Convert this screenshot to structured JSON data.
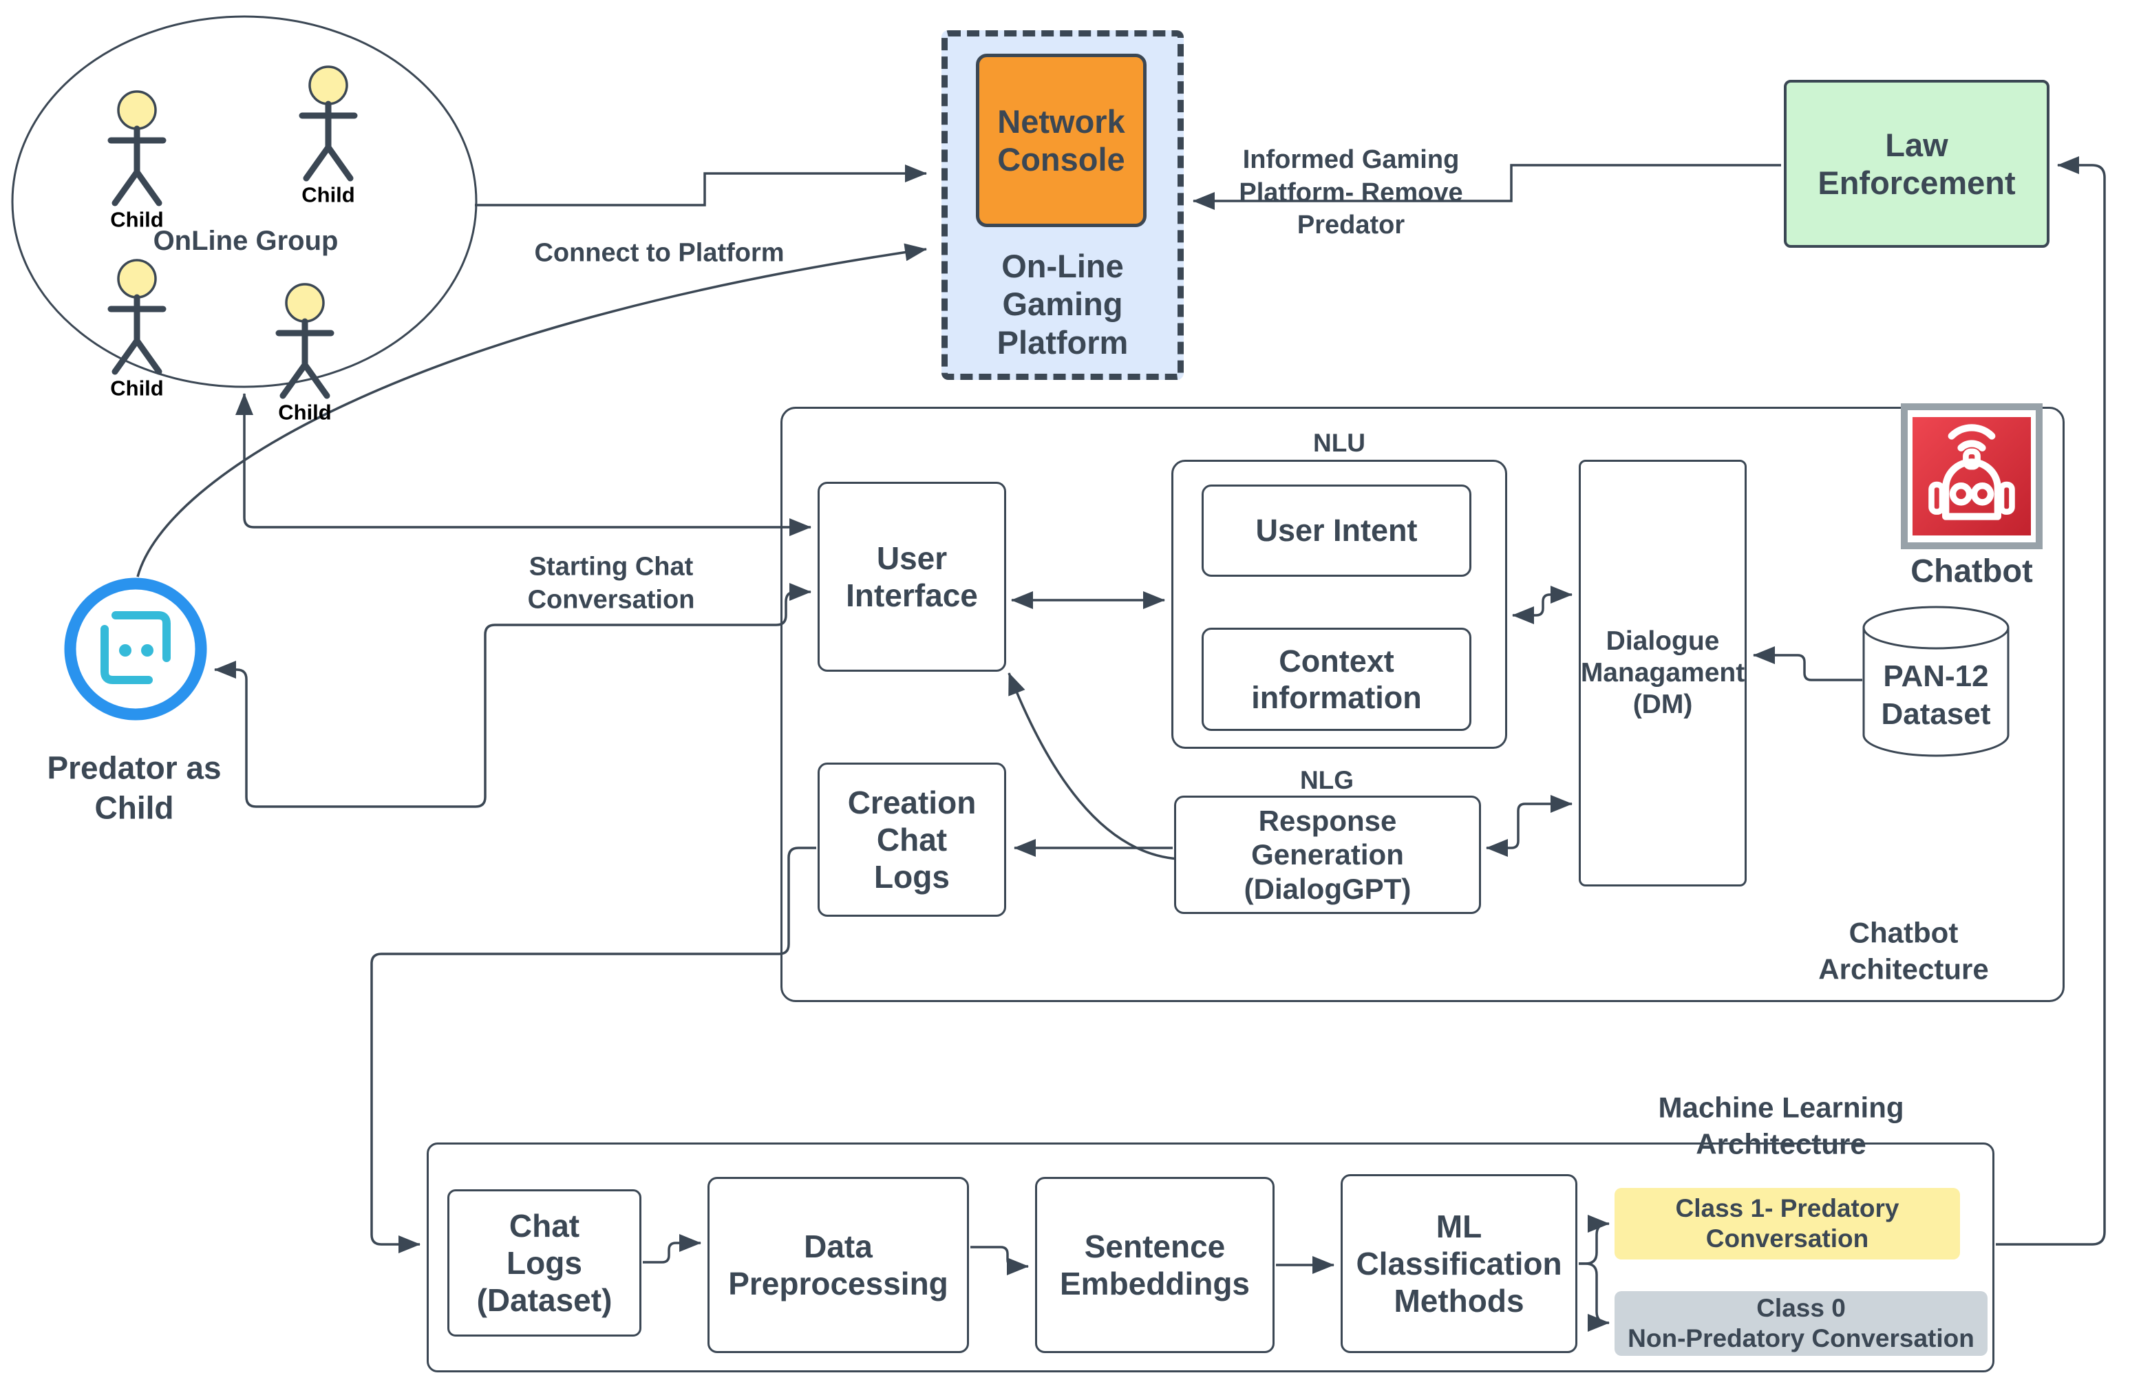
{
  "diagram": {
    "online_group": {
      "label": "OnLine Group",
      "child_label": "Child"
    },
    "platform": {
      "label": "On-Line\nGaming\nPlatform",
      "console_label": "Network\nConsole"
    },
    "law_enforcement": {
      "label": "Law\nEnforcement"
    },
    "predator": {
      "label": "Predator as\nChild"
    },
    "edges": {
      "connect_to_platform": "Connect to Platform",
      "informed": "Informed Gaming\nPlatform- Remove\nPredator",
      "starting_chat": "Starting Chat\nConversation"
    },
    "chatbot_arch": {
      "title": "Chatbot Architecture",
      "ui": "User\nInterface",
      "nlu": "NLU",
      "user_intent": "User Intent",
      "context": "Context\ninformation",
      "dm": "Dialogue\nManagament\n(DM)",
      "chatbot": "Chatbot",
      "pan12": "PAN-12\nDataset",
      "nlg": "NLG",
      "rg": "Response\nGeneration\n(DialogGPT)",
      "ccl": "Creation\nChat\nLogs"
    },
    "ml_arch": {
      "title": "Machine Learning Architecture",
      "chat_logs": "Chat\nLogs\n(Dataset)",
      "preprocessing": "Data\nPreprocessing",
      "embeddings": "Sentence\nEmbeddings",
      "classification": "ML\nClassification\nMethods",
      "class1": "Class 1- Predatory\nConversation",
      "class0": "Class 0\nNon-Predatory Conversation"
    }
  }
}
